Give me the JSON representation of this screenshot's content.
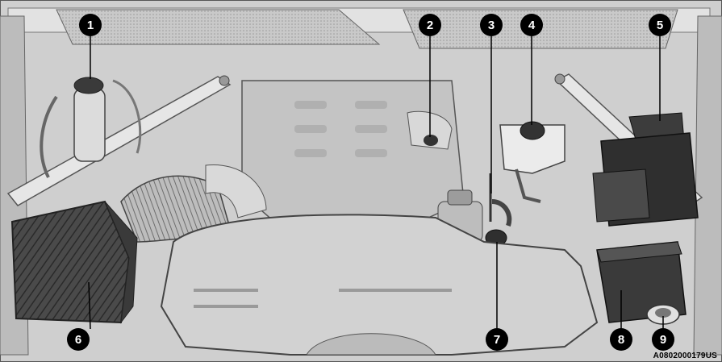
{
  "diagram": {
    "image_code": "A0802000179US",
    "callouts": [
      {
        "number": "1"
      },
      {
        "number": "2"
      },
      {
        "number": "3"
      },
      {
        "number": "4"
      },
      {
        "number": "5"
      },
      {
        "number": "6"
      },
      {
        "number": "7"
      },
      {
        "number": "8"
      },
      {
        "number": "9"
      }
    ]
  }
}
